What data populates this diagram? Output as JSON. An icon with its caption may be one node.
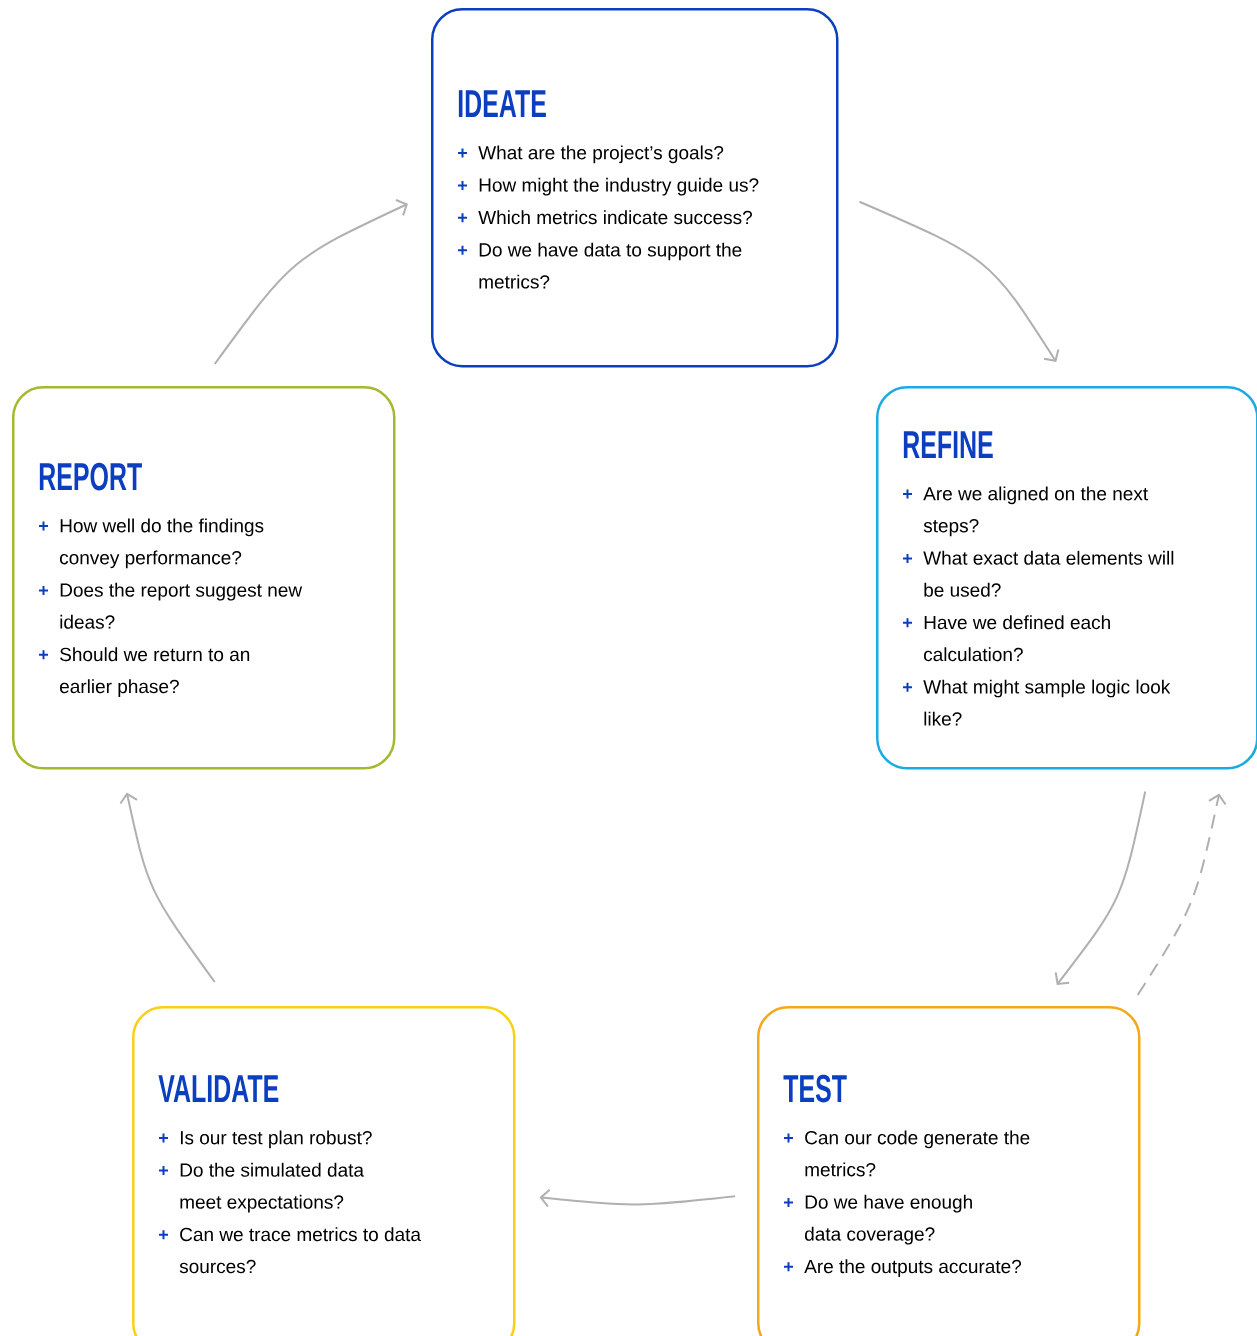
{
  "diagram": {
    "nodes": [
      {
        "text": [
          "IDEATE",
          "What are the project’s goals?",
          "How might the industry guide us?",
          "Which metrics indicate success?",
          "Do we have data to support the metrics?"
        ]
      },
      {
        "text": [
          "REPORT",
          "How well do the findings convey performance?",
          "Does the report suggest new ideas?",
          "Should we return to an earlier phase?"
        ]
      },
      {
        "text": [
          "REFINE",
          "Are we aligned on the next steps?",
          "What exact data elements will be used?",
          "Have we defined each calculation?",
          "What might sample logic look like?"
        ]
      },
      {
        "text": [
          "VALIDATE",
          "Is our test plan robust?",
          "Do the simulated data meet expectations?",
          "Can we trace metrics to data sources?"
        ]
      },
      {
        "text": [
          "TEST",
          "Can our code generate the metrics?",
          "Do we have enough data coverage?",
          "Are the outputs accurate?"
        ]
      }
    ],
    "edges": [
      {
        "from": 0,
        "to": 2,
        "arrow": "to"
      },
      {
        "from": 2,
        "to": 4,
        "arrow": "to"
      },
      {
        "from": 4,
        "to": 2,
        "arrow": "to",
        "style": "dashed"
      },
      {
        "from": 4,
        "to": 3,
        "arrow": "to"
      },
      {
        "from": 3,
        "to": 1,
        "arrow": "to"
      },
      {
        "from": 1,
        "to": 0,
        "arrow": "to"
      }
    ]
  }
}
